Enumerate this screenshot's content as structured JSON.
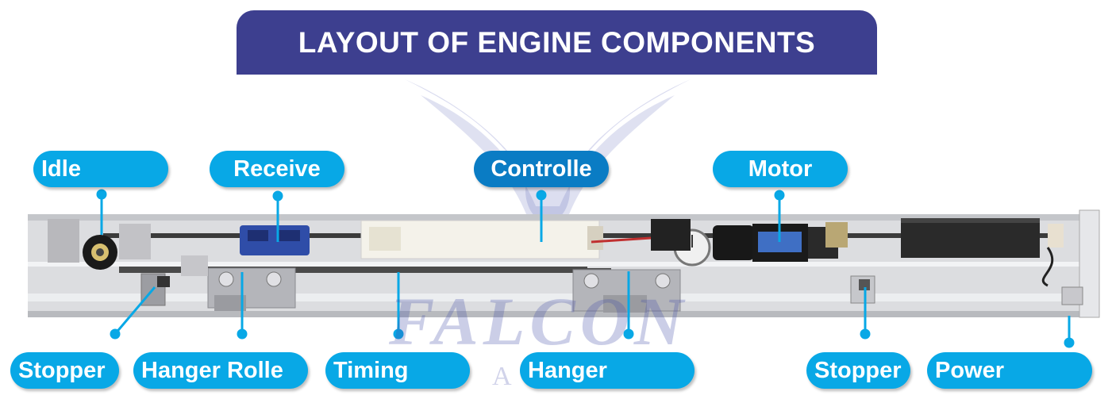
{
  "title": "LAYOUT OF ENGINE COMPONENTS",
  "watermark": {
    "brand": "FALCON",
    "sub": "AU"
  },
  "labels": {
    "idle": "Idle",
    "receive": "Receive",
    "controller": "Controlle",
    "motor": "Motor",
    "stopper_left": "Stopper",
    "hanger_roller": "Hanger Rolle",
    "timing": "Timing",
    "hanger": "Hanger",
    "stopper_right": "Stopper",
    "power": "Power"
  },
  "colors": {
    "banner": "#3d3f8f",
    "pill": "#08a8e6",
    "pill_dark": "#0a7cc4",
    "leader": "#08a8e6"
  }
}
